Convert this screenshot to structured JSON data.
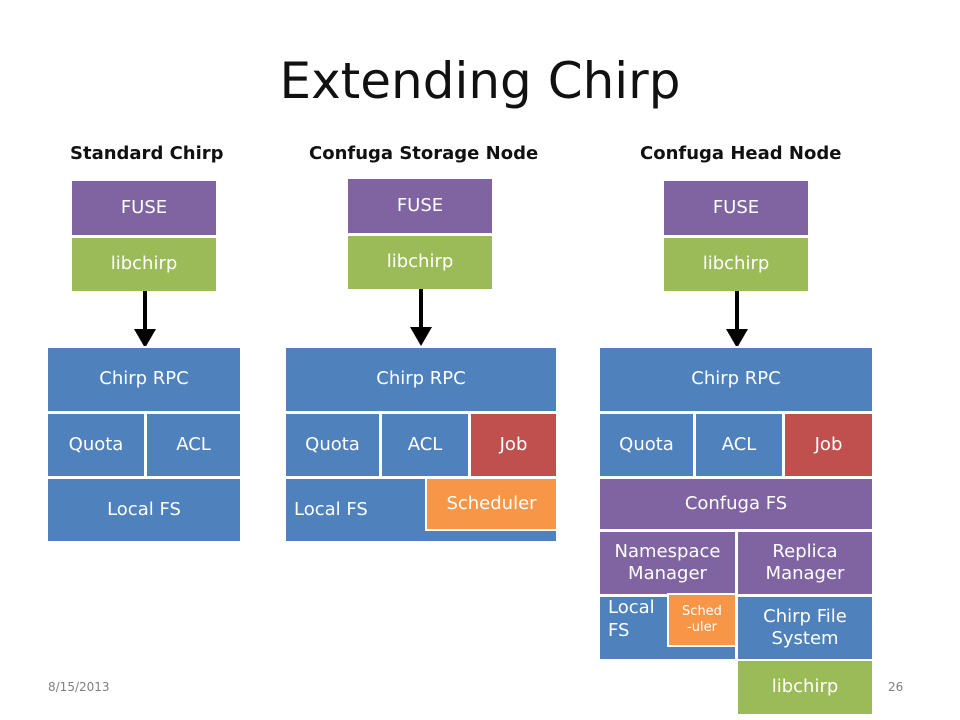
{
  "slide": {
    "title": "Extending Chirp",
    "date": "8/15/2013",
    "page_number": "26"
  },
  "columns": {
    "standard": {
      "heading": "Standard Chirp",
      "fuse": "FUSE",
      "libchirp": "libchirp",
      "chirp_rpc": "Chirp RPC",
      "quota": "Quota",
      "acl": "ACL",
      "local_fs": "Local FS"
    },
    "storage_node": {
      "heading": "Confuga Storage Node",
      "fuse": "FUSE",
      "libchirp": "libchirp",
      "chirp_rpc": "Chirp RPC",
      "quota": "Quota",
      "acl": "ACL",
      "job": "Job",
      "local_fs": "Local FS",
      "scheduler": "Scheduler"
    },
    "head_node": {
      "heading": "Confuga Head Node",
      "fuse": "FUSE",
      "libchirp": "libchirp",
      "chirp_rpc": "Chirp RPC",
      "quota": "Quota",
      "acl": "ACL",
      "job": "Job",
      "confuga_fs": "Confuga FS",
      "namespace_line1": "Namespace",
      "namespace_line2": "Manager",
      "replica_line1": "Replica",
      "replica_line2": "Manager",
      "local_fs_line1": "Local",
      "local_fs_line2": "FS",
      "sched_line1": "Sched",
      "sched_line2": "-uler",
      "chirp_fs_line1": "Chirp File",
      "chirp_fs_line2": "System",
      "bottom_libchirp": "libchirp"
    }
  },
  "colors": {
    "fuse": "#8064a2",
    "libchirp": "#9bbb59",
    "chirp": "#4f81bd",
    "job": "#c0504d",
    "scheduler": "#f79646"
  }
}
